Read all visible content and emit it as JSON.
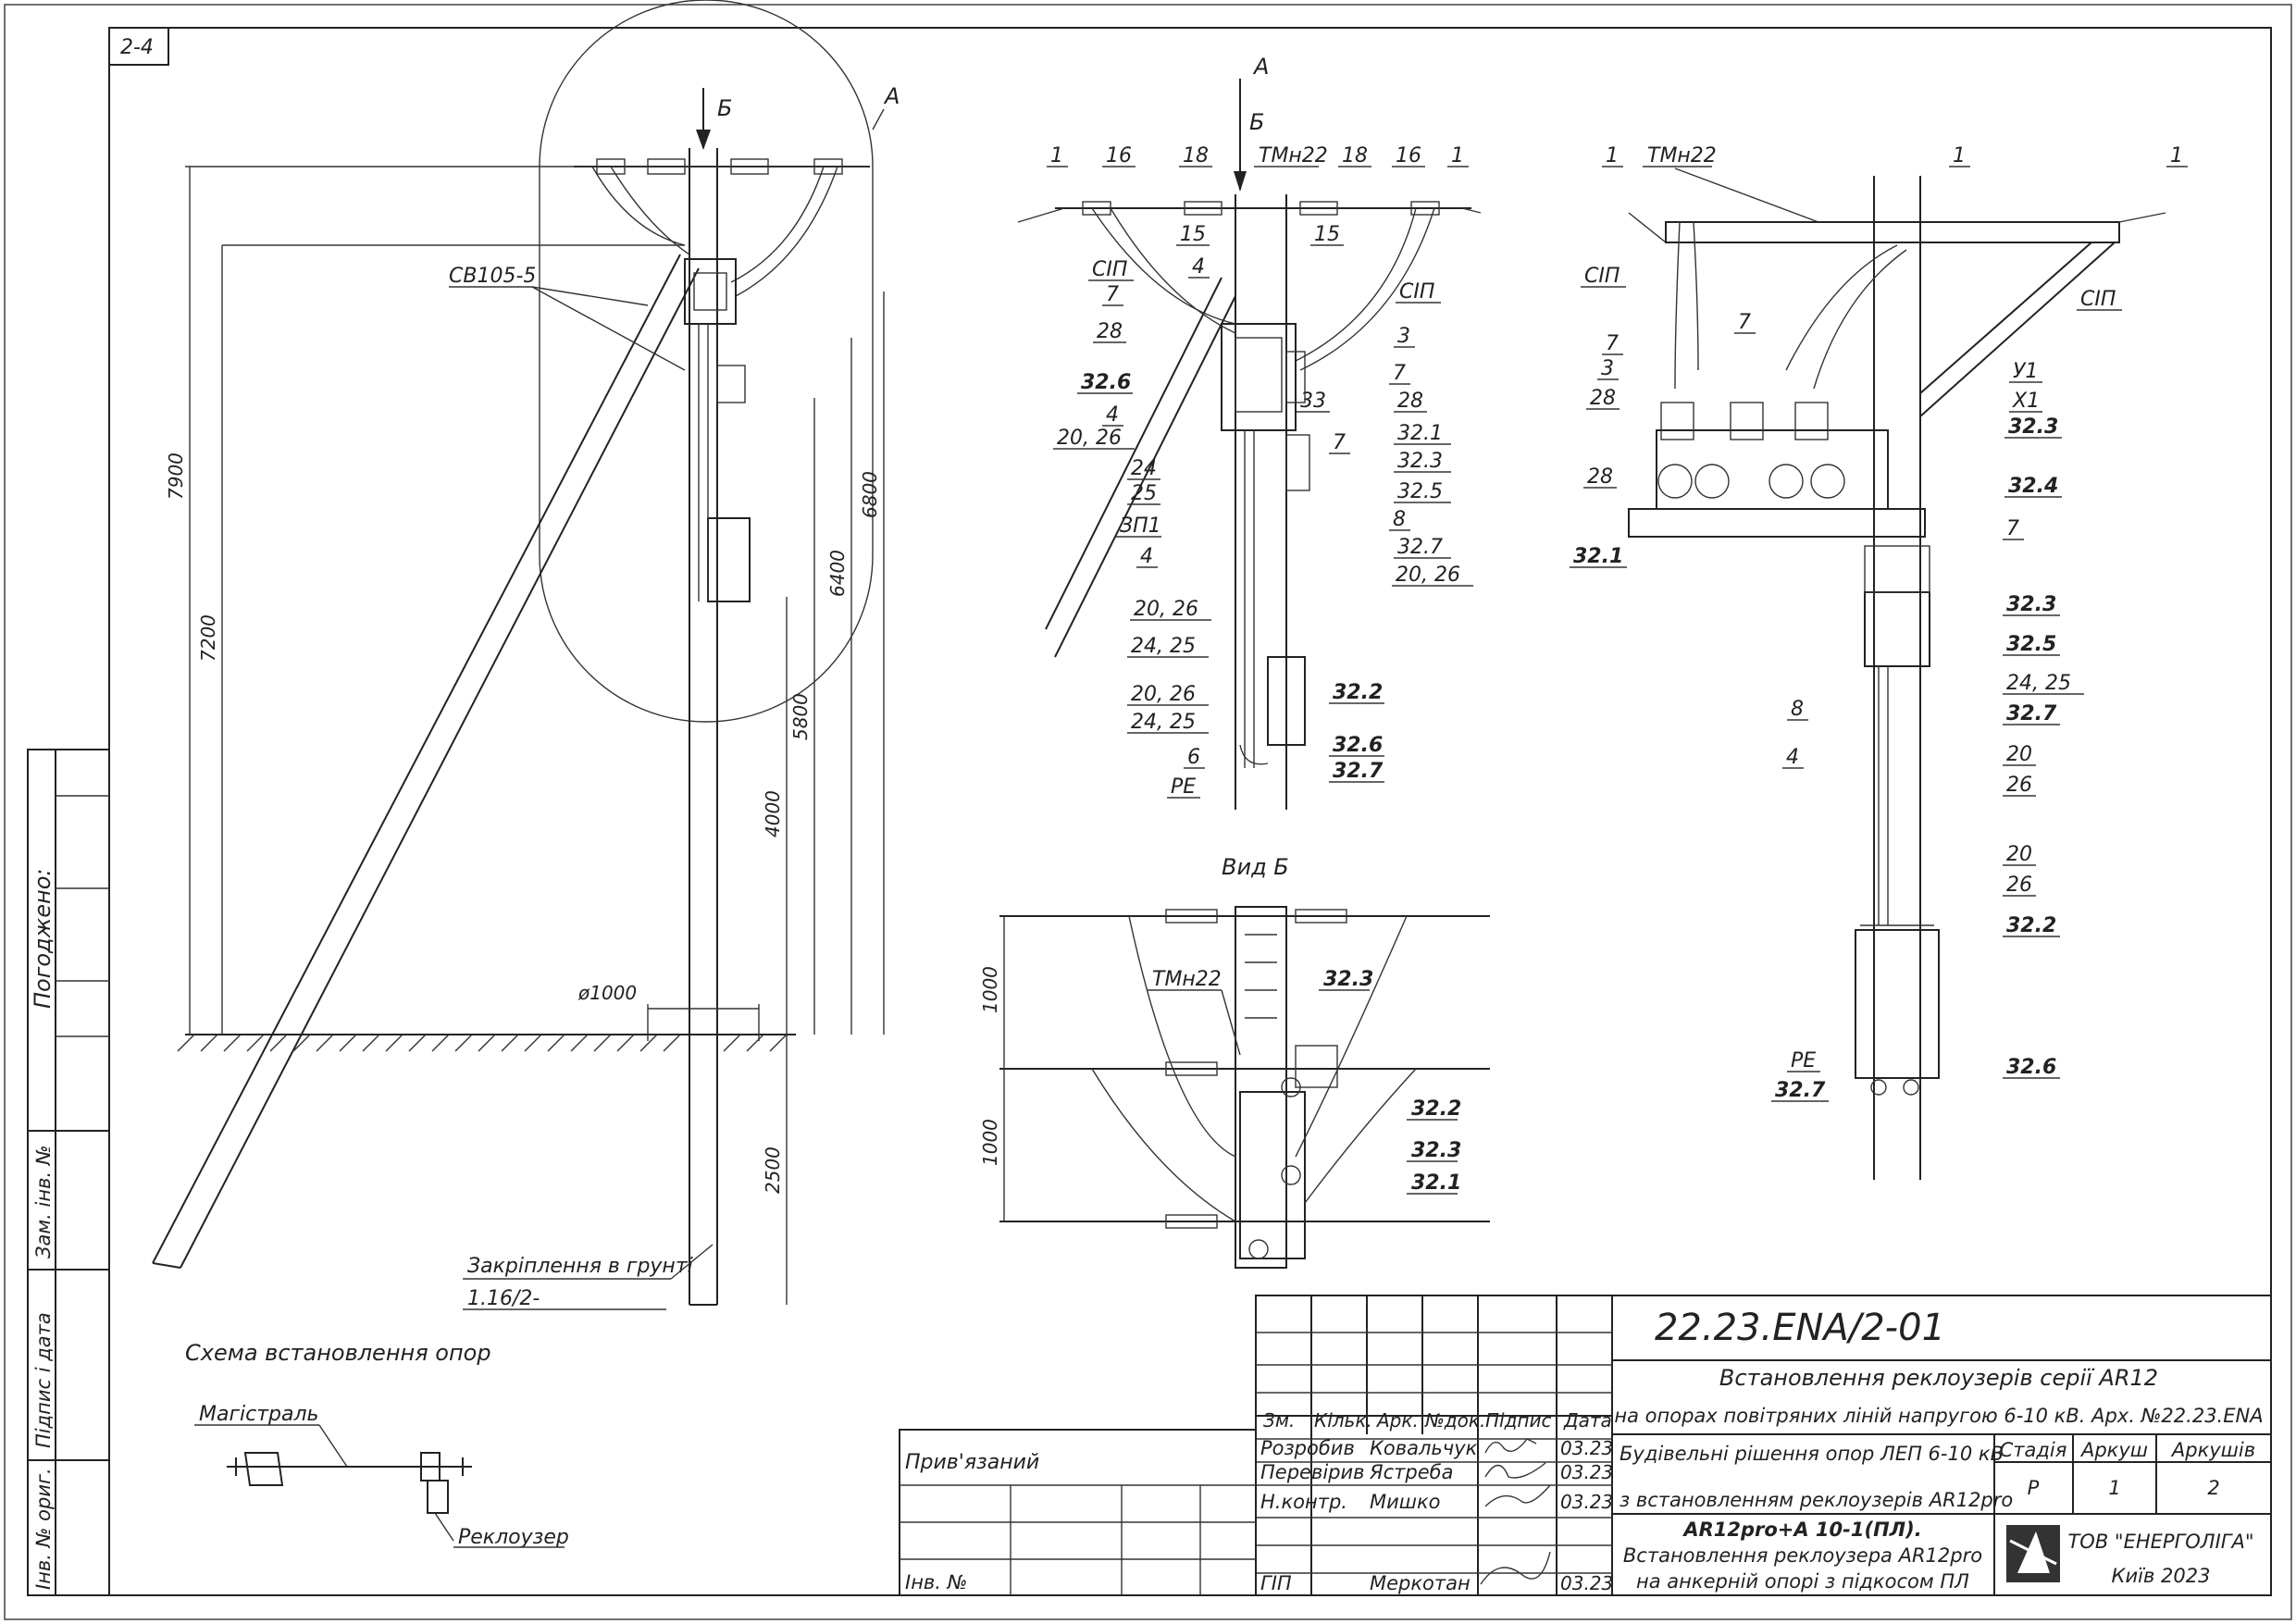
{
  "sheet_tag": "2-4",
  "left_block": {
    "agreed": "Погоджено:",
    "replace_inv": "Зам. інв. №",
    "sign_date": "Підпис і дата",
    "inv_orig": "Інв. № ориг."
  },
  "main_view": {
    "view_a": "А",
    "view_b": "Б",
    "label_sv": "СВ105-5",
    "dims": [
      "7900",
      "7200",
      "6800",
      "6400",
      "5800",
      "4000",
      "2500"
    ],
    "dia": "ø1000",
    "ground_fix": "Закріплення в грунті",
    "ground_ref": "1.16/2-"
  },
  "scheme": {
    "title": "Схема встановлення опор",
    "mainline": "Магістраль",
    "recloser": "Реклоузер"
  },
  "detail_a": {
    "title": "А",
    "view_b": "Б",
    "tmn": "ТМн22",
    "labels": [
      "1",
      "16",
      "18",
      "18",
      "16",
      "1",
      "15",
      "15",
      "СІП",
      "4",
      "СІП",
      "7",
      "28",
      "3",
      "33",
      "7",
      "28",
      "4",
      "32.1",
      "20, 26",
      "32.3",
      "7",
      "32.5",
      "24",
      "25",
      "8",
      "ЗП1",
      "32.7",
      "4",
      "20, 26",
      "20, 26",
      "24, 25",
      "20, 26",
      "24, 25",
      "6",
      "PE"
    ],
    "bold_labels": [
      "32.6",
      "32.2",
      "32.6",
      "32.7"
    ]
  },
  "view_b": {
    "title": "Вид Б",
    "tmn": "ТМн22",
    "dims": [
      "1000",
      "1000"
    ],
    "labels": [
      "32.3",
      "32.2",
      "32.3",
      "32.1"
    ]
  },
  "detail_right": {
    "tmn": "ТМн22",
    "labels": [
      "1",
      "1",
      "1",
      "СІП",
      "СІП",
      "У1",
      "Х1",
      "7",
      "7",
      "3",
      "28",
      "28",
      "32.1",
      "32.3",
      "32.4",
      "7",
      "32.3",
      "32.5",
      "24, 25",
      "8",
      "32.7",
      "4",
      "20",
      "26",
      "20",
      "26",
      "32.2",
      "PE",
      "32.7",
      "32.6"
    ]
  },
  "title_block": {
    "code": "22.23.ENA/2-01",
    "line1": "Встановлення реклоузерів серії AR12",
    "line2": "на опорах повітряних ліній напругою 6-10 кВ. Арх. №22.23.ENA",
    "part1": "Будівельні рішення опор ЛЕП 6-10 кВ",
    "part2": "з встановленням реклоузерів AR12pro",
    "stage_h": "Стадія",
    "sheet_h": "Аркуш",
    "sheets_h": "Аркушів",
    "stage": "Р",
    "sheet": "1",
    "sheets": "2",
    "drawing_name1": "AR12pro+A 10-1(ПЛ).",
    "drawing_name2": "Встановлення реклоузера AR12pro",
    "drawing_name3": "на анкерній опорі з підкосом ПЛ",
    "company": "ТОВ \"ЕНЕРГОЛІГА\"",
    "city": "Київ 2023",
    "attached": "Прив'язаний",
    "inv": "Інв. №",
    "cols": [
      "Зм.",
      "Кільк.",
      "Арк.",
      "№док.",
      "Підпис",
      "Дата"
    ],
    "rows": [
      {
        "role": "Розробив",
        "name": "Ковальчук",
        "date": "03.23"
      },
      {
        "role": "Перевірив",
        "name": "Ястреба",
        "date": "03.23"
      },
      {
        "role": "Н.контр.",
        "name": "Мишко",
        "date": "03.23"
      },
      {
        "role": "ГІП",
        "name": "Меркотан",
        "date": "03.23"
      }
    ]
  }
}
